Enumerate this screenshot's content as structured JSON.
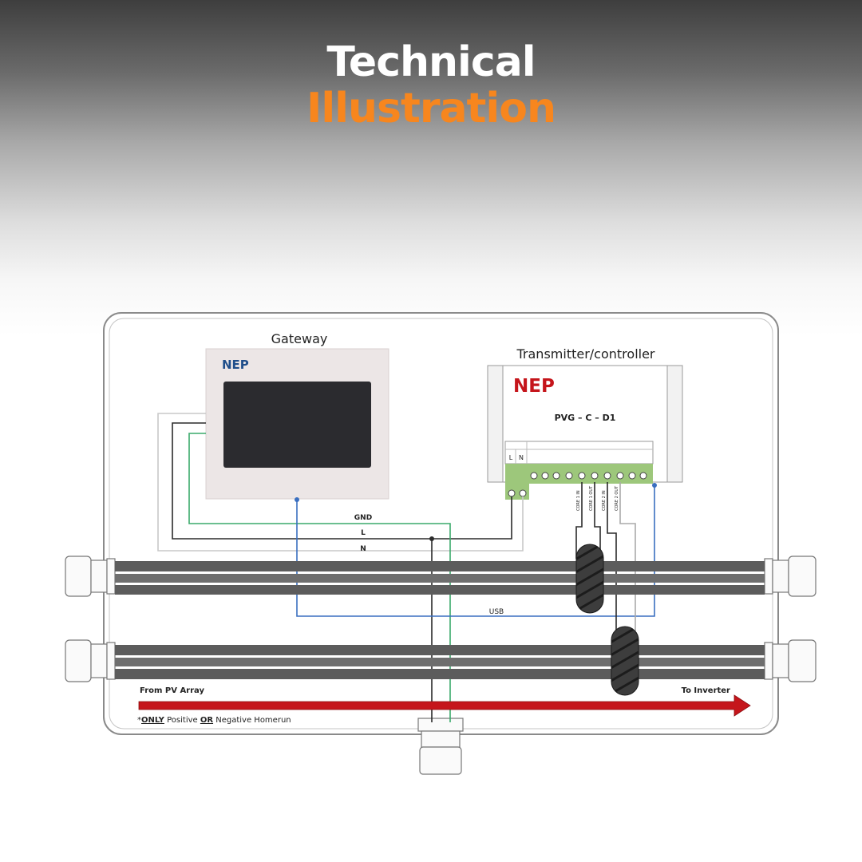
{
  "heading": {
    "line1": "Technical",
    "line2": "Illustration"
  },
  "colors": {
    "accent": "#f7861e",
    "usb": "#3a6fc0",
    "gnd": "#3aaa6b",
    "arrow": "#c5151b",
    "brand": "#c5151b"
  },
  "gateway": {
    "label": "Gateway",
    "logo": "NEP"
  },
  "transmitter": {
    "label": "Transmitter/controller",
    "logo": "NEP",
    "model": "PVG – C – D1",
    "terminals": [
      "L",
      "N"
    ],
    "core_labels": [
      "CORE 1 IN",
      "CORE 1 OUT",
      "CORE 2 IN",
      "CORE 2 OUT"
    ]
  },
  "wires": {
    "gnd": "GND",
    "l": "L",
    "n": "N",
    "usb": "USB"
  },
  "flow": {
    "from": "From PV Array",
    "to": "To Inverter",
    "note_star": "*",
    "note_only": "ONLY",
    "note_positive": " Positive ",
    "note_or": "OR",
    "note_rest": " Negative Homerun"
  }
}
